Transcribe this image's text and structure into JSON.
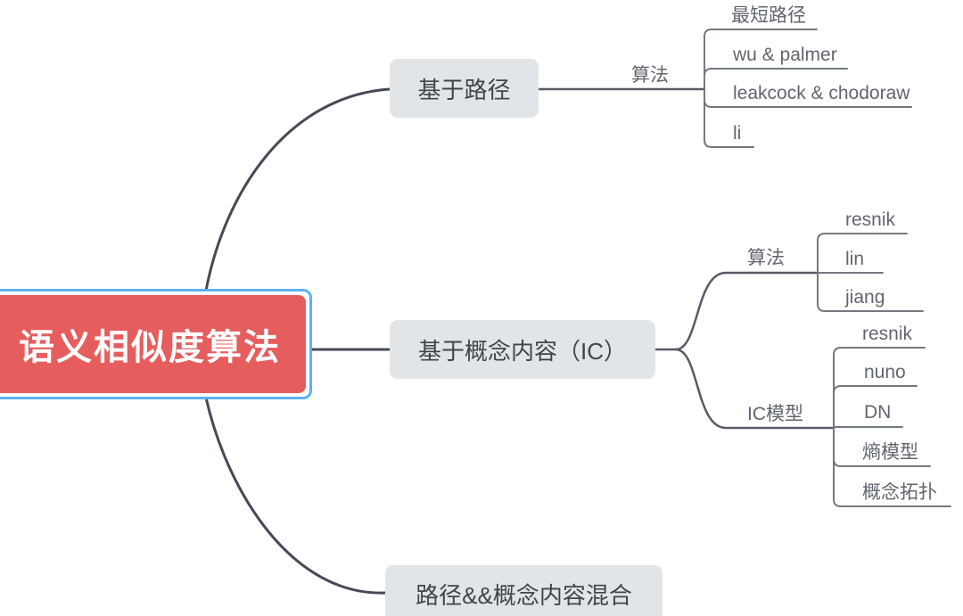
{
  "root": {
    "label": "语义相似度算法"
  },
  "branches": [
    {
      "label": "基于路径",
      "children": [
        {
          "label": "算法",
          "children": [
            {
              "label": "最短路径"
            },
            {
              "label": "wu & palmer"
            },
            {
              "label": "leakcock & chodoraw"
            },
            {
              "label": "li"
            }
          ]
        }
      ]
    },
    {
      "label": "基于概念内容（IC）",
      "children": [
        {
          "label": "算法",
          "children": [
            {
              "label": "resnik"
            },
            {
              "label": "lin"
            },
            {
              "label": "jiang"
            }
          ]
        },
        {
          "label": "IC模型",
          "children": [
            {
              "label": "resnik"
            },
            {
              "label": "nuno"
            },
            {
              "label": "DN"
            },
            {
              "label": "熵模型"
            },
            {
              "label": "概念拓扑"
            }
          ]
        }
      ]
    },
    {
      "label": "路径&&概念内容混合",
      "children": []
    }
  ],
  "colors": {
    "root_fill": "#e65d5e",
    "root_text": "#ffffff",
    "selection_border": "#5cb2f0",
    "node_fill": "#e2e5e7",
    "node_text": "#40454c",
    "label_text": "#61666d",
    "line_dark": "#454a55",
    "line_mid": "#565b63",
    "line_gray": "#74797f",
    "background": "#ffffff"
  }
}
